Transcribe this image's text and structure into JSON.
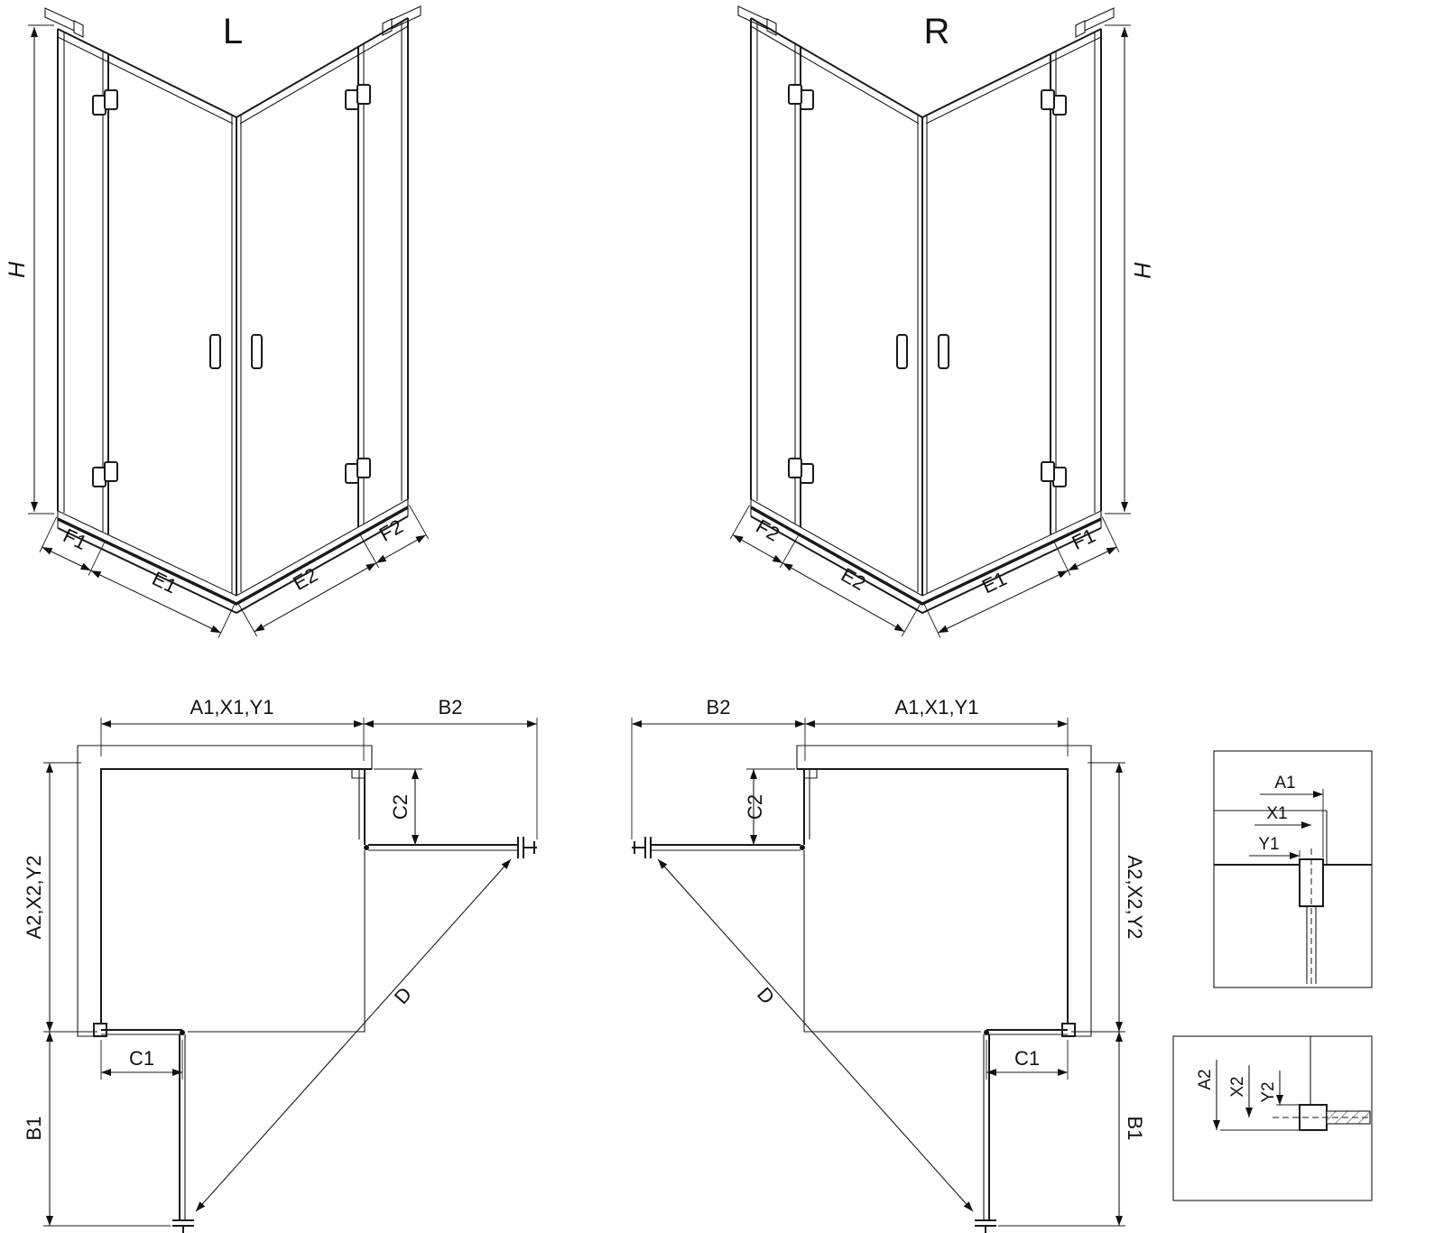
{
  "views_3d": {
    "left": {
      "title": "L",
      "h": "H",
      "f1": "F1",
      "e1": "E1",
      "e2": "E2",
      "f2": "F2"
    },
    "right": {
      "title": "R",
      "h": "H",
      "f1": "F1",
      "e1": "E1",
      "e2": "E2",
      "f2": "F2"
    }
  },
  "plans": {
    "left": {
      "top": "A1,X1,Y1",
      "b2": "B2",
      "c2": "C2",
      "side": "A2,X2,Y2",
      "c1": "C1",
      "b1": "B1",
      "d": "D"
    },
    "right": {
      "top": "A1,X1,Y1",
      "b2": "B2",
      "c2": "C2",
      "side": "A2,X2,Y2",
      "c1": "C1",
      "b1": "B1",
      "d": "D"
    }
  },
  "details": {
    "horizontal_profile": {
      "a1": "A1",
      "x1": "X1",
      "y1": "Y1"
    },
    "vertical_profile": {
      "a2": "A2",
      "x2": "X2",
      "y2": "Y2"
    }
  },
  "colors": {
    "line": "#1a1a1a",
    "background": "#ffffff"
  }
}
